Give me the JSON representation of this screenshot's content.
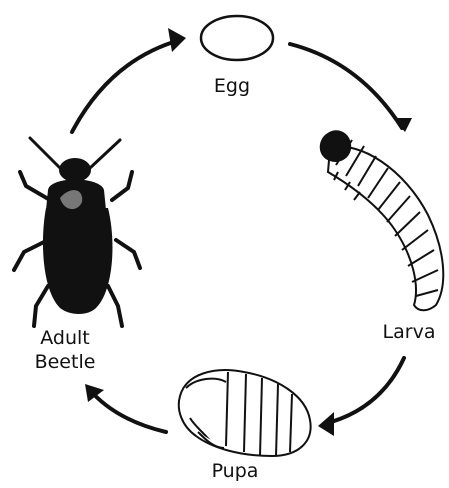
{
  "stages": {
    "egg": {
      "label": "Egg"
    },
    "larva": {
      "label": "Larva"
    },
    "pupa": {
      "label": "Pupa"
    },
    "adult": {
      "label_line1": "Adult",
      "label_line2": "Beetle"
    }
  },
  "colors": {
    "ink": "#111111",
    "background": "#ffffff"
  }
}
